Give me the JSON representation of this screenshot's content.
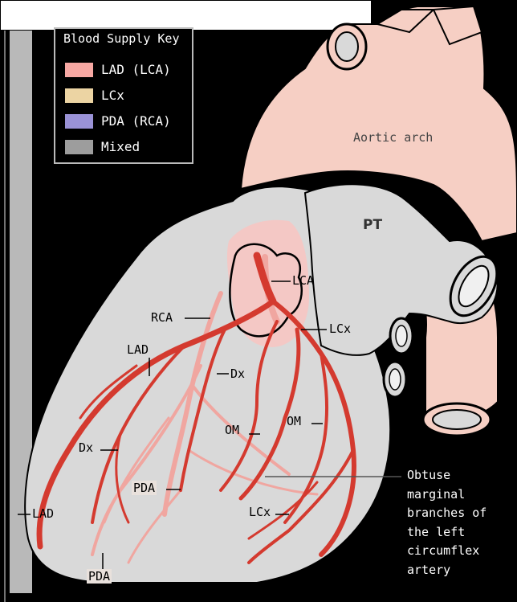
{
  "key": {
    "title": "Blood Supply Key",
    "items": [
      {
        "label": "LAD (LCA)",
        "color": "#f7a8a3"
      },
      {
        "label": "LCx",
        "color": "#ecd4a3"
      },
      {
        "label": "PDA (RCA)",
        "color": "#9a92d6"
      },
      {
        "label": "Mixed",
        "color": "#9d9d9d"
      }
    ]
  },
  "labels": {
    "aortic_arch": "Aortic arch",
    "pt": "PT",
    "lca": "LCA",
    "rca": "RCA",
    "lcx_top": "LCx",
    "lad_top": "LAD",
    "dx_mid": "Dx",
    "om_left": "OM",
    "om_right": "OM",
    "dx_left": "Dx",
    "pda_mid": "PDA",
    "lad_bottom": "LAD",
    "lcx_bottom": "LCx",
    "pda_bottom": "PDA"
  },
  "annotation": {
    "lines": [
      "Obtuse",
      "marginal",
      "branches of",
      "the left",
      "circumflex",
      "artery"
    ]
  },
  "colors": {
    "heart_gray": "#d9d9d9",
    "aorta_pink": "#f6cfc4",
    "artery_red": "#d43a2f",
    "artery_pale": "#f0a6a0",
    "background": "#000000"
  }
}
